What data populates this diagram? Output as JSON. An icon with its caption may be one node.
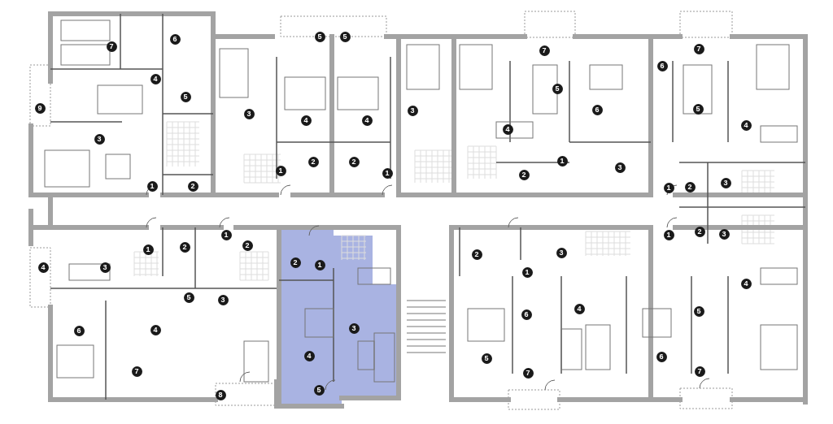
{
  "diagram": {
    "labels": [
      "5",
      "5",
      "6",
      "7",
      "7",
      "7",
      "6",
      "4",
      "5",
      "5",
      "9",
      "5",
      "6",
      "3",
      "3",
      "4",
      "4",
      "4",
      "4",
      "3",
      "1",
      "2",
      "2",
      "3",
      "1",
      "1",
      "2",
      "3",
      "1",
      "2",
      "2",
      "1",
      "2",
      "3",
      "1",
      "1",
      "2",
      "2",
      "1",
      "3",
      "2",
      "2",
      "1",
      "4",
      "3",
      "1",
      "4",
      "5",
      "3",
      "4",
      "5",
      "6",
      "3",
      "4",
      "6",
      "4",
      "6",
      "5",
      "7",
      "7",
      "7",
      "5",
      "8"
    ]
  }
}
